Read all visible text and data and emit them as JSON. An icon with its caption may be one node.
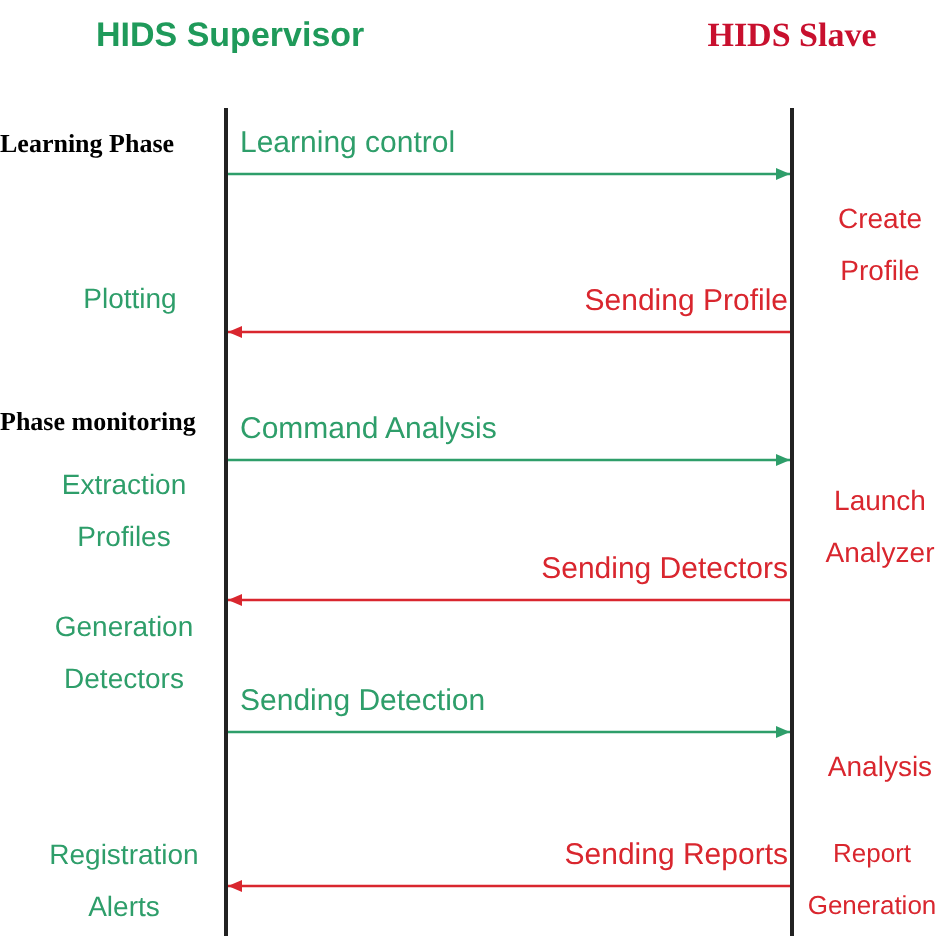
{
  "diagram": {
    "nodes": [
      {
        "text": [
          "HIDS Supervisor"
        ]
      },
      {
        "text": [
          "HIDS Slave"
        ]
      }
    ],
    "edges": [
      {
        "from": 0,
        "to": 1,
        "arrow": "to",
        "label": "Learning control",
        "color": "#2e9e6a"
      },
      {
        "from": 1,
        "to": 0,
        "arrow": "to",
        "label": "Sending Profile",
        "color": "#d9262e"
      },
      {
        "from": 0,
        "to": 1,
        "arrow": "to",
        "label": "Command Analysis",
        "color": "#2e9e6a"
      },
      {
        "from": 1,
        "to": 0,
        "arrow": "to",
        "label": "Sending Detectors",
        "color": "#d9262e"
      },
      {
        "from": 0,
        "to": 1,
        "arrow": "to",
        "label": "Sending Detection",
        "color": "#2e9e6a"
      },
      {
        "from": 1,
        "to": 0,
        "arrow": "to",
        "label": "Sending Reports",
        "color": "#d9262e"
      }
    ],
    "labels": [
      "Learning Phase",
      "Plotting",
      "Create Profile",
      "Phase monitoring",
      "Extraction Profiles",
      "Launch Analyzer",
      "Generation Detectors",
      "Analysis",
      "Registration Alerts",
      "Report Generation"
    ]
  }
}
